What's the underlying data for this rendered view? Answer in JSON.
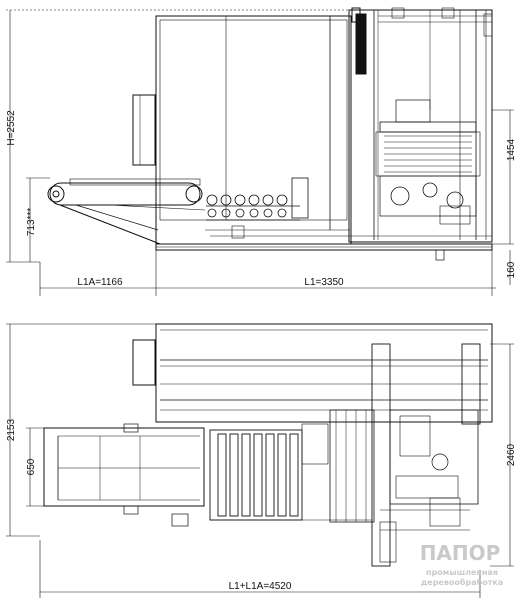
{
  "drawing": {
    "side_view": {
      "height_dim": "H=2552",
      "left_height_dim": "713***",
      "right_upper_dim": "1454",
      "right_lower_dim": "160",
      "width_left_dim": "L1A=1166",
      "width_right_dim": "L1=3350"
    },
    "top_view": {
      "left_dim": "2153",
      "left_inner_dim": "650",
      "right_dim": "2460",
      "total_dim": "L1+L1A=4520"
    }
  },
  "watermark": {
    "logo": "ПАПОР",
    "line1": "промышленная",
    "line2": "деревообработка"
  }
}
